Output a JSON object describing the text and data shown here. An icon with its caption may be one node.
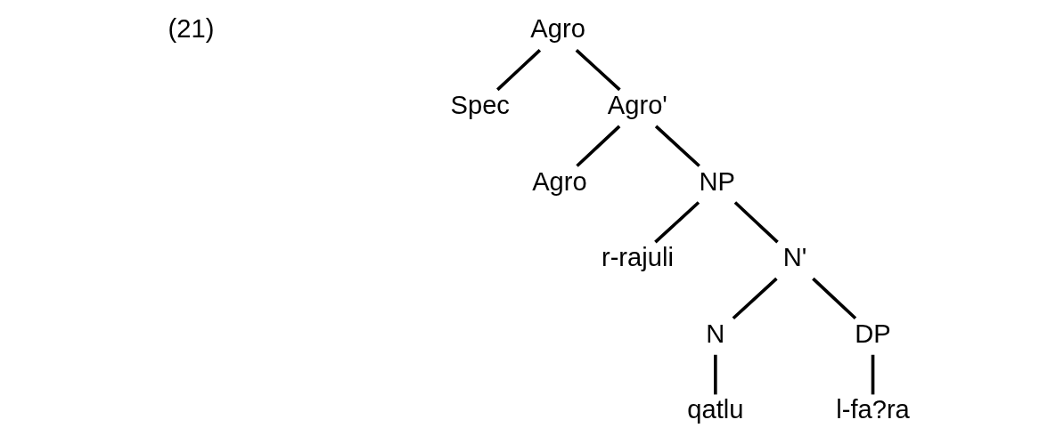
{
  "diagram": {
    "nodes": [
      {
        "text": [
          "Agro"
        ]
      },
      {
        "text": [
          "Spec"
        ]
      },
      {
        "text": [
          "Agro'"
        ]
      },
      {
        "text": [
          "Agro"
        ]
      },
      {
        "text": [
          "NP"
        ]
      },
      {
        "text": [
          "r-rajuli"
        ]
      },
      {
        "text": [
          "N'"
        ]
      },
      {
        "text": [
          "N"
        ]
      },
      {
        "text": [
          "DP"
        ]
      },
      {
        "text": [
          "qatlu"
        ]
      },
      {
        "text": [
          "l-fa?ra"
        ]
      }
    ],
    "edges": [
      {
        "from": 0,
        "to": 1,
        "arrow": "none"
      },
      {
        "from": 0,
        "to": 2,
        "arrow": "none"
      },
      {
        "from": 2,
        "to": 3,
        "arrow": "none"
      },
      {
        "from": 2,
        "to": 4,
        "arrow": "none"
      },
      {
        "from": 4,
        "to": 5,
        "arrow": "none"
      },
      {
        "from": 4,
        "to": 6,
        "arrow": "none"
      },
      {
        "from": 6,
        "to": 7,
        "arrow": "none"
      },
      {
        "from": 6,
        "to": 8,
        "arrow": "none"
      },
      {
        "from": 7,
        "to": 9,
        "arrow": "none"
      },
      {
        "from": 8,
        "to": 10,
        "arrow": "none"
      }
    ],
    "labels": [
      "(21)"
    ]
  }
}
